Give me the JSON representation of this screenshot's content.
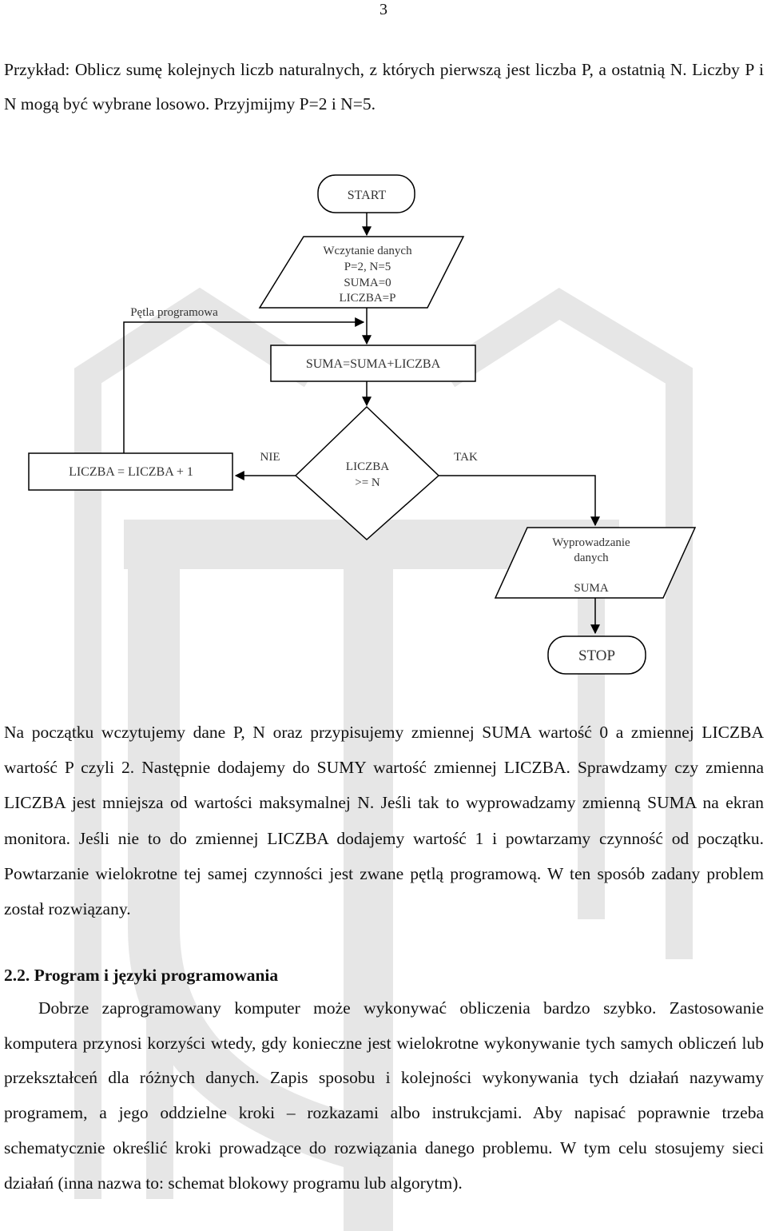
{
  "page_number": "3",
  "intro_text": "Przykład: Oblicz sumę kolejnych liczb naturalnych, z których pierwszą jest liczba P, a ostatnią N. Liczby P i N mogą być wybrane losowo. Przyjmijmy P=2 i N=5.",
  "flowchart": {
    "start": "START",
    "input_lines": [
      "Wczytanie danych",
      "P=2, N=5",
      "SUMA=0",
      "LICZBA=P"
    ],
    "loop_label": "Pętla programowa",
    "sum_step": "SUMA=SUMA+LICZBA",
    "increment_step": "LICZBA = LICZBA + 1",
    "decision_lines": [
      "LICZBA",
      ">= N"
    ],
    "no_label": "NIE",
    "yes_label": "TAK",
    "output_lines": [
      "Wyprowadzanie",
      "danych",
      "SUMA"
    ],
    "stop": "STOP"
  },
  "paragraph_1": "Na początku wczytujemy dane P, N oraz przypisujemy zmiennej SUMA wartość 0 a zmiennej LICZBA wartość P czyli 2. Następnie dodajemy do SUMY wartość zmiennej LICZBA. Sprawdzamy czy zmienna LICZBA jest mniejsza od wartości maksymalnej N. Jeśli tak to wyprowadzamy zmienną SUMA na ekran monitora. Jeśli nie to do zmiennej LICZBA dodajemy wartość 1 i powtarzamy czynność od początku. Powtarzanie wielokrotne tej samej czynności jest zwane pętlą programową. W ten sposób zadany problem został rozwiązany.",
  "section_heading": "2.2. Program i języki programowania",
  "paragraph_2": "Dobrze zaprogramowany komputer może wykonywać obliczenia bardzo szybko. Zastosowanie komputera przynosi korzyści wtedy, gdy konieczne jest wielokrotne wykonywanie tych samych obliczeń lub przekształceń dla różnych danych. Zapis sposobu i kolejności wykonywania tych działań nazywamy programem, a jego oddzielne kroki – rozkazami albo instrukcjami. Aby napisać poprawnie trzeba schematycznie określić kroki prowadzące do rozwiązania danego problemu. W tym celu stosujemy sieci działań (inna nazwa to: schemat blokowy programu lub algorytm).",
  "colors": {
    "text": "#111111",
    "watermark": "#e6e6e6",
    "lines": "#000000"
  }
}
